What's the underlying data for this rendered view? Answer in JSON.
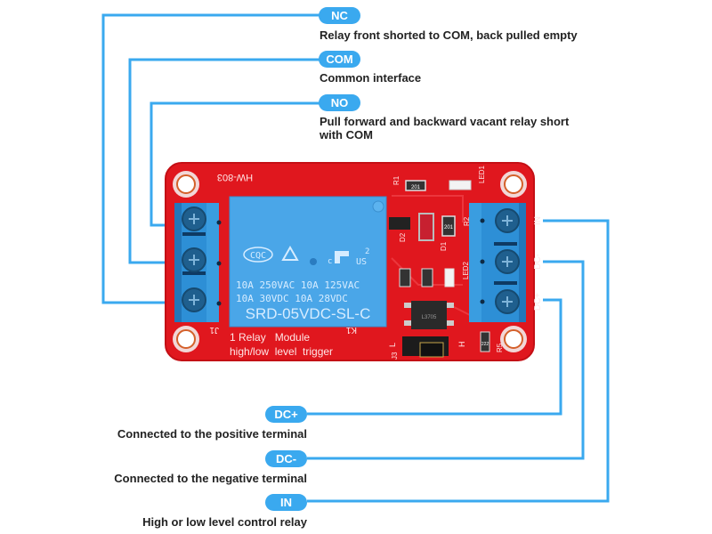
{
  "top_labels": [
    {
      "tag": "NC",
      "description": "Relay front shorted to COM, back pulled empty"
    },
    {
      "tag": "COM",
      "description": "Common interface"
    },
    {
      "tag": "NO",
      "description_line1": "Pull forward and backward vacant relay short",
      "description_line2": "with COM"
    }
  ],
  "bottom_labels": [
    {
      "tag": "DC+",
      "description": "Connected to the positive terminal"
    },
    {
      "tag": "DC-",
      "description": "Connected to the negative terminal"
    },
    {
      "tag": "IN",
      "description": "High or low level control relay"
    }
  ],
  "board": {
    "model": "HW-803",
    "relay_line1": "10A 250VAC  10A 125VAC",
    "relay_line2": "10A  30VDC  10A  28VDC",
    "relay_model": "SRD-05VDC-SL-C",
    "cert_cqc": "CQC",
    "cert_us": "US",
    "cert_num": "2",
    "silk_line1": "1 Relay   Module",
    "silk_line2": "high/low  level  trigger",
    "j1": "J1",
    "k1": "K1",
    "j3": "J3",
    "pin_in": "IN",
    "pin_dcm": "DC-",
    "pin_dcp": "DC+",
    "jumper_l": "L",
    "jumper_h": "H",
    "r1": "R1",
    "r1_val": "201",
    "led1": "LED1",
    "r2": "R2",
    "r2_val": "201",
    "d1": "D1",
    "d2": "D2",
    "led2": "LED2",
    "r5": "R5",
    "r5_val": "222",
    "opto": "L3705"
  },
  "colors": {
    "accent": "#3aa9ef",
    "pcb": "#e0171e",
    "terminal": "#2d8fd6",
    "relay": "#4aa6e8"
  }
}
